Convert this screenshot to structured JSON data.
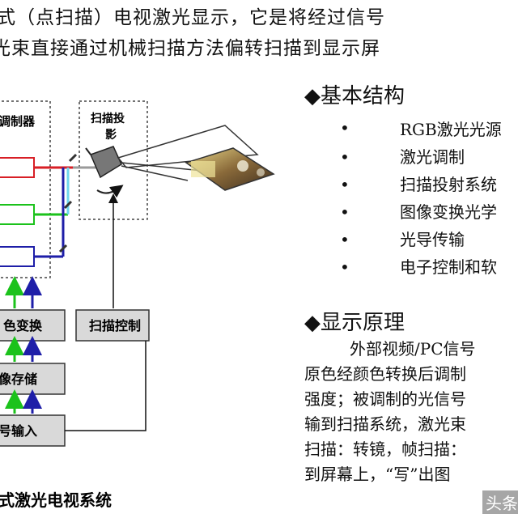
{
  "header": {
    "line1": "式（点扫描）电视激光显示，它是将经过信号",
    "line2": "光束直接通过机械扫描方法偏转扫描到显示屏"
  },
  "diagram": {
    "modulator_label": "调制器",
    "scan_projection_label": "扫描投影",
    "color_transform_label": "色变换",
    "image_storage_label": "像存储",
    "signal_input_label": "号输入",
    "scan_control_label": "扫描控制",
    "caption": "式激光电视系统",
    "colors": {
      "red": "#d81f26",
      "green": "#1bc21b",
      "blue": "#1e1ea8",
      "cyan": "#6fd6ee",
      "gray": "#9a9a9a"
    }
  },
  "structure": {
    "title": "◆基本结构",
    "items": [
      "RGB激光光源",
      "激光调制",
      "扫描投射系统",
      "图像变换光学",
      "光导传输",
      "电子控制和软"
    ]
  },
  "principle": {
    "title": "◆显示原理",
    "lines": [
      "外部视频/PC信号",
      "原色经颜色转换后调制",
      "强度；被调制的光信号",
      "输到扫描系统，激光束",
      "扫描：转镜，帧扫描：",
      "到屏幕上，“写”出图"
    ]
  },
  "watermark": "头条"
}
